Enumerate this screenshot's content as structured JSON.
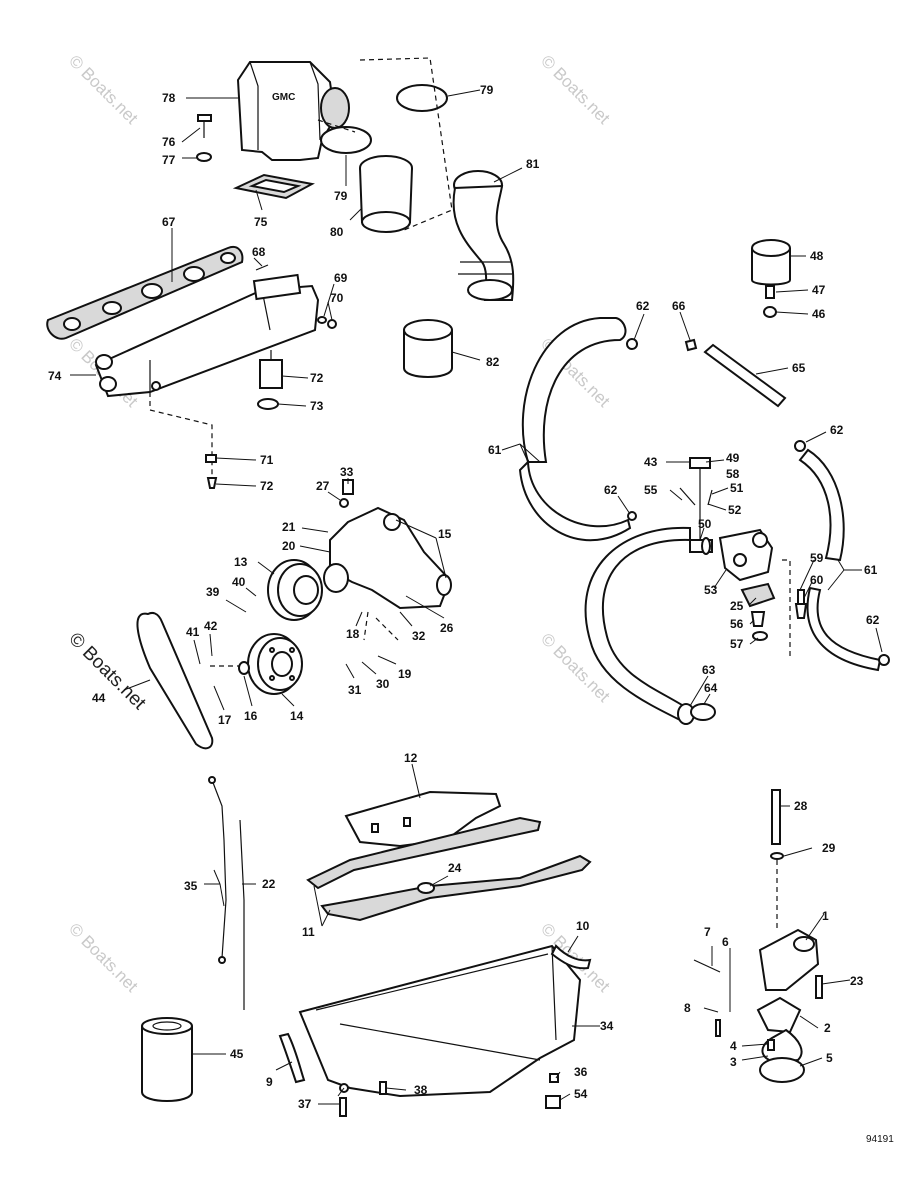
{
  "diagram": {
    "reference_number": "94191",
    "watermark": "© Boats.net",
    "callouts": [
      "1",
      "2",
      "3",
      "4",
      "5",
      "6",
      "7",
      "8",
      "9",
      "10",
      "11",
      "12",
      "13",
      "14",
      "15",
      "16",
      "17",
      "18",
      "19",
      "20",
      "21",
      "22",
      "23",
      "24",
      "25",
      "26",
      "27",
      "28",
      "29",
      "30",
      "31",
      "32",
      "33",
      "34",
      "35",
      "36",
      "37",
      "38",
      "39",
      "40",
      "41",
      "42",
      "43",
      "44",
      "45",
      "46",
      "47",
      "48",
      "49",
      "50",
      "51",
      "52",
      "53",
      "54",
      "55",
      "56",
      "57",
      "58",
      "59",
      "60",
      "61",
      "62",
      "63",
      "64",
      "65",
      "66",
      "67",
      "68",
      "69",
      "70",
      "71",
      "72",
      "73",
      "74",
      "75",
      "76",
      "77",
      "78",
      "79",
      "80",
      "81",
      "82"
    ]
  }
}
